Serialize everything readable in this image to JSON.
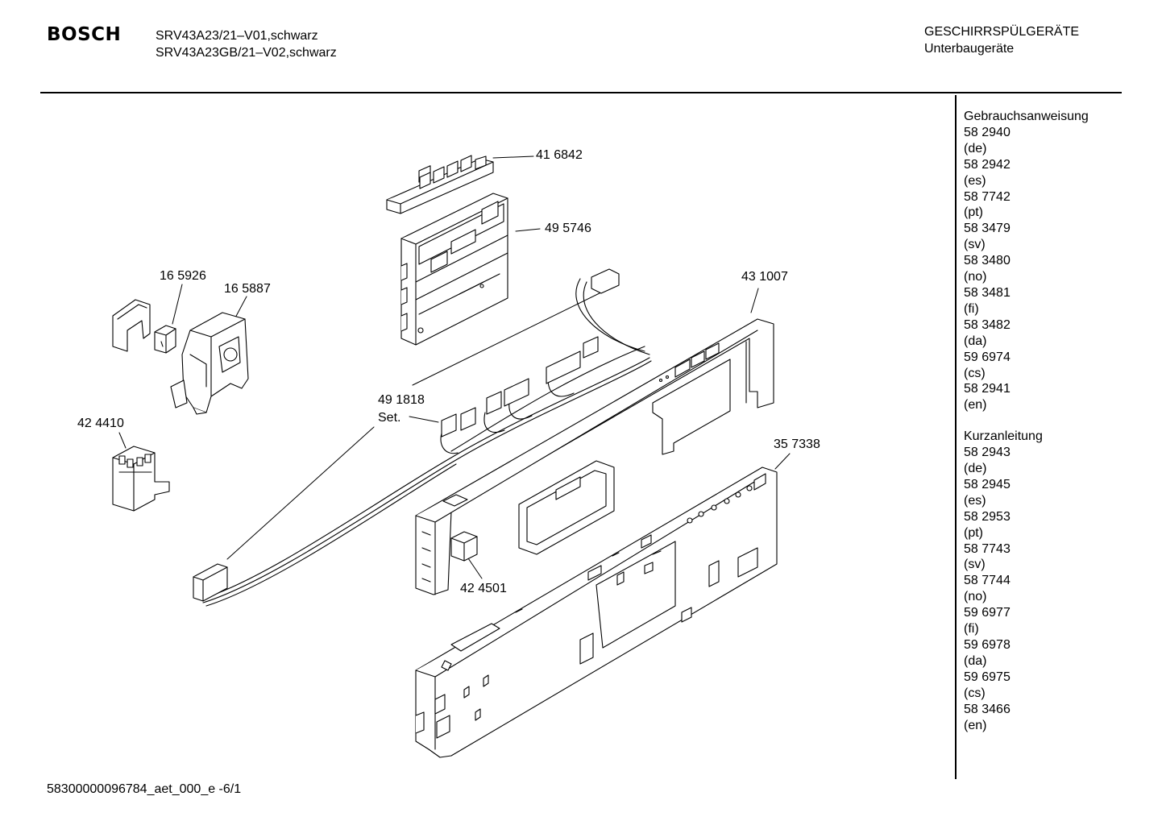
{
  "header": {
    "brand": "BOSCH",
    "models": [
      "SRV43A23/21–V01,schwarz",
      "SRV43A23GB/21–V02,schwarz"
    ],
    "category": "GESCHIRRSPÜLGERÄTE",
    "subcategory": "Unterbaugeräte"
  },
  "sidebar": {
    "manual_title": "Gebrauchsanweisung",
    "manual_items": [
      "58 2940",
      "(de)",
      "58 2942",
      "(es)",
      "58 7742",
      "(pt)",
      "58 3479",
      "(sv)",
      "58 3480",
      "(no)",
      "58 3481",
      "(fi)",
      "58 3482",
      "(da)",
      "59 6974",
      "(cs)",
      "58 2941",
      "(en)"
    ],
    "short_title": "Kurzanleitung",
    "short_items": [
      "58 2943",
      "(de)",
      "58 2945",
      "(es)",
      "58 2953",
      "(pt)",
      "58 7743",
      "(sv)",
      "58 7744",
      "(no)",
      "59 6977",
      "(fi)",
      "59 6978",
      "(da)",
      "59 6975",
      "(cs)",
      "58 3466",
      "(en)"
    ]
  },
  "parts": {
    "p416842": "41 6842",
    "p495746": "49 5746",
    "p165926": "16 5926",
    "p165887": "16 5887",
    "p431007": "43 1007",
    "p491818": "49 1818",
    "p491818_note": "Set.",
    "p424410": "42 4410",
    "p357338": "35 7338",
    "p424501": "42 4501"
  },
  "footer": {
    "code": "58300000096784_aet_000_e  -6/1"
  }
}
